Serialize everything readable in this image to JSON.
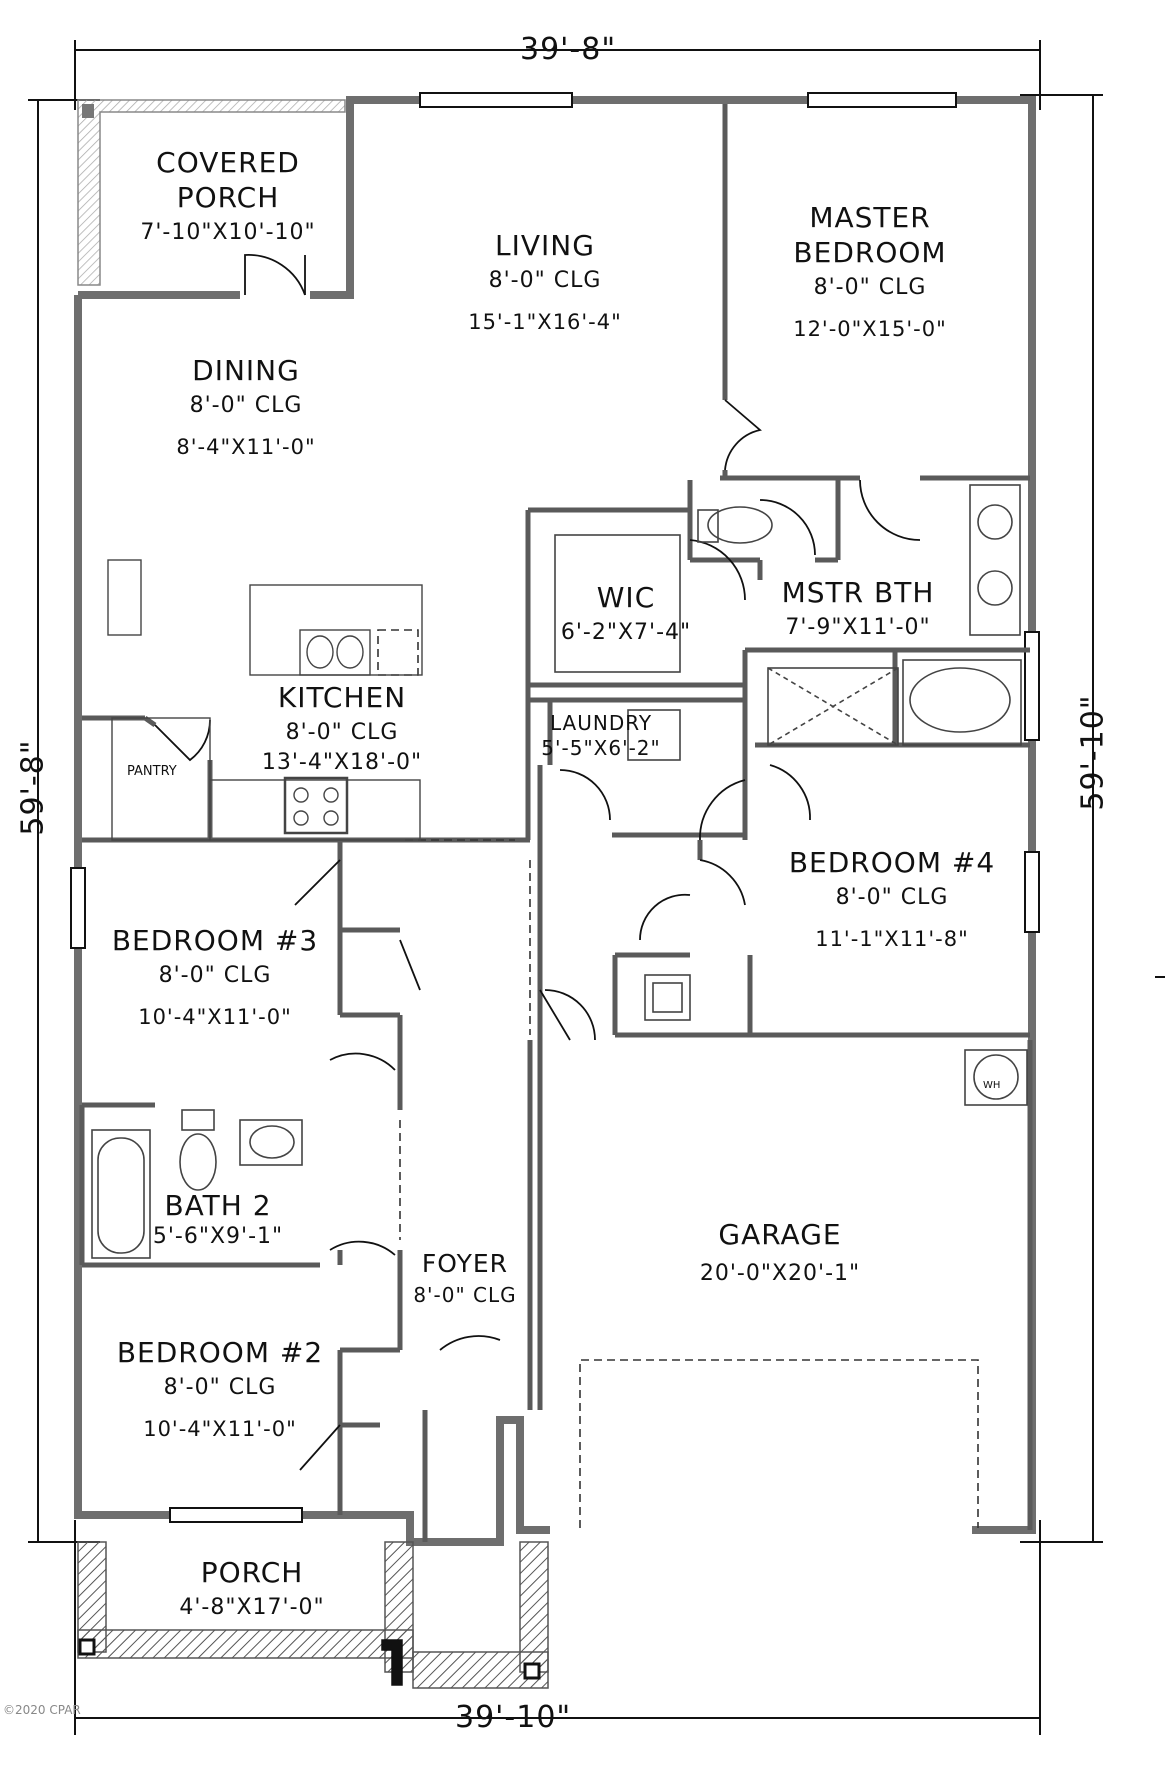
{
  "dimensions": {
    "top": "39'-8\"",
    "bottom": "39'-10\"",
    "left": "59'-8\"",
    "right": "59'-10\""
  },
  "rooms": {
    "covered_porch": {
      "name_line1": "COVERED",
      "name_line2": "PORCH",
      "size": "7'-10\"X10'-10\""
    },
    "living": {
      "name": "LIVING",
      "ceiling": "8'-0\" CLG",
      "size": "15'-1\"X16'-4\""
    },
    "master_bedroom": {
      "name_line1": "MASTER",
      "name_line2": "BEDROOM",
      "ceiling": "8'-0\" CLG",
      "size": "12'-0\"X15'-0\""
    },
    "dining": {
      "name": "DINING",
      "ceiling": "8'-0\" CLG",
      "size": "8'-4\"X11'-0\""
    },
    "wic": {
      "name": "WIC",
      "size": "6'-2\"X7'-4\""
    },
    "master_bath": {
      "name": "MSTR BTH",
      "size": "7'-9\"X11'-0\""
    },
    "kitchen": {
      "name": "KITCHEN",
      "ceiling": "8'-0\" CLG",
      "size": "13'-4\"X18'-0\""
    },
    "pantry": {
      "name": "PANTRY"
    },
    "laundry": {
      "name": "LAUNDRY",
      "size": "5'-5\"X6'-2\""
    },
    "bedroom_4": {
      "name": "BEDROOM #4",
      "ceiling": "8'-0\" CLG",
      "size": "11'-1\"X11'-8\""
    },
    "bedroom_3": {
      "name": "BEDROOM #3",
      "ceiling": "8'-0\" CLG",
      "size": "10'-4\"X11'-0\""
    },
    "bath_2": {
      "name": "BATH 2",
      "size": "5'-6\"X9'-1\""
    },
    "garage": {
      "name": "GARAGE",
      "size": "20'-0\"X20'-1\""
    },
    "foyer": {
      "name": "FOYER",
      "ceiling": "8'-0\" CLG"
    },
    "bedroom_2": {
      "name": "BEDROOM #2",
      "ceiling": "8'-0\" CLG",
      "size": "10'-4\"X11'-0\""
    },
    "porch": {
      "name": "PORCH",
      "size": "4'-8\"X17'-0\""
    },
    "water_heater": {
      "name": "WH"
    }
  },
  "watermark": "©2020 CPAR",
  "colors": {
    "wall": "#6e6e6e",
    "line": "#111111",
    "hatch": "#9a9a9a"
  }
}
